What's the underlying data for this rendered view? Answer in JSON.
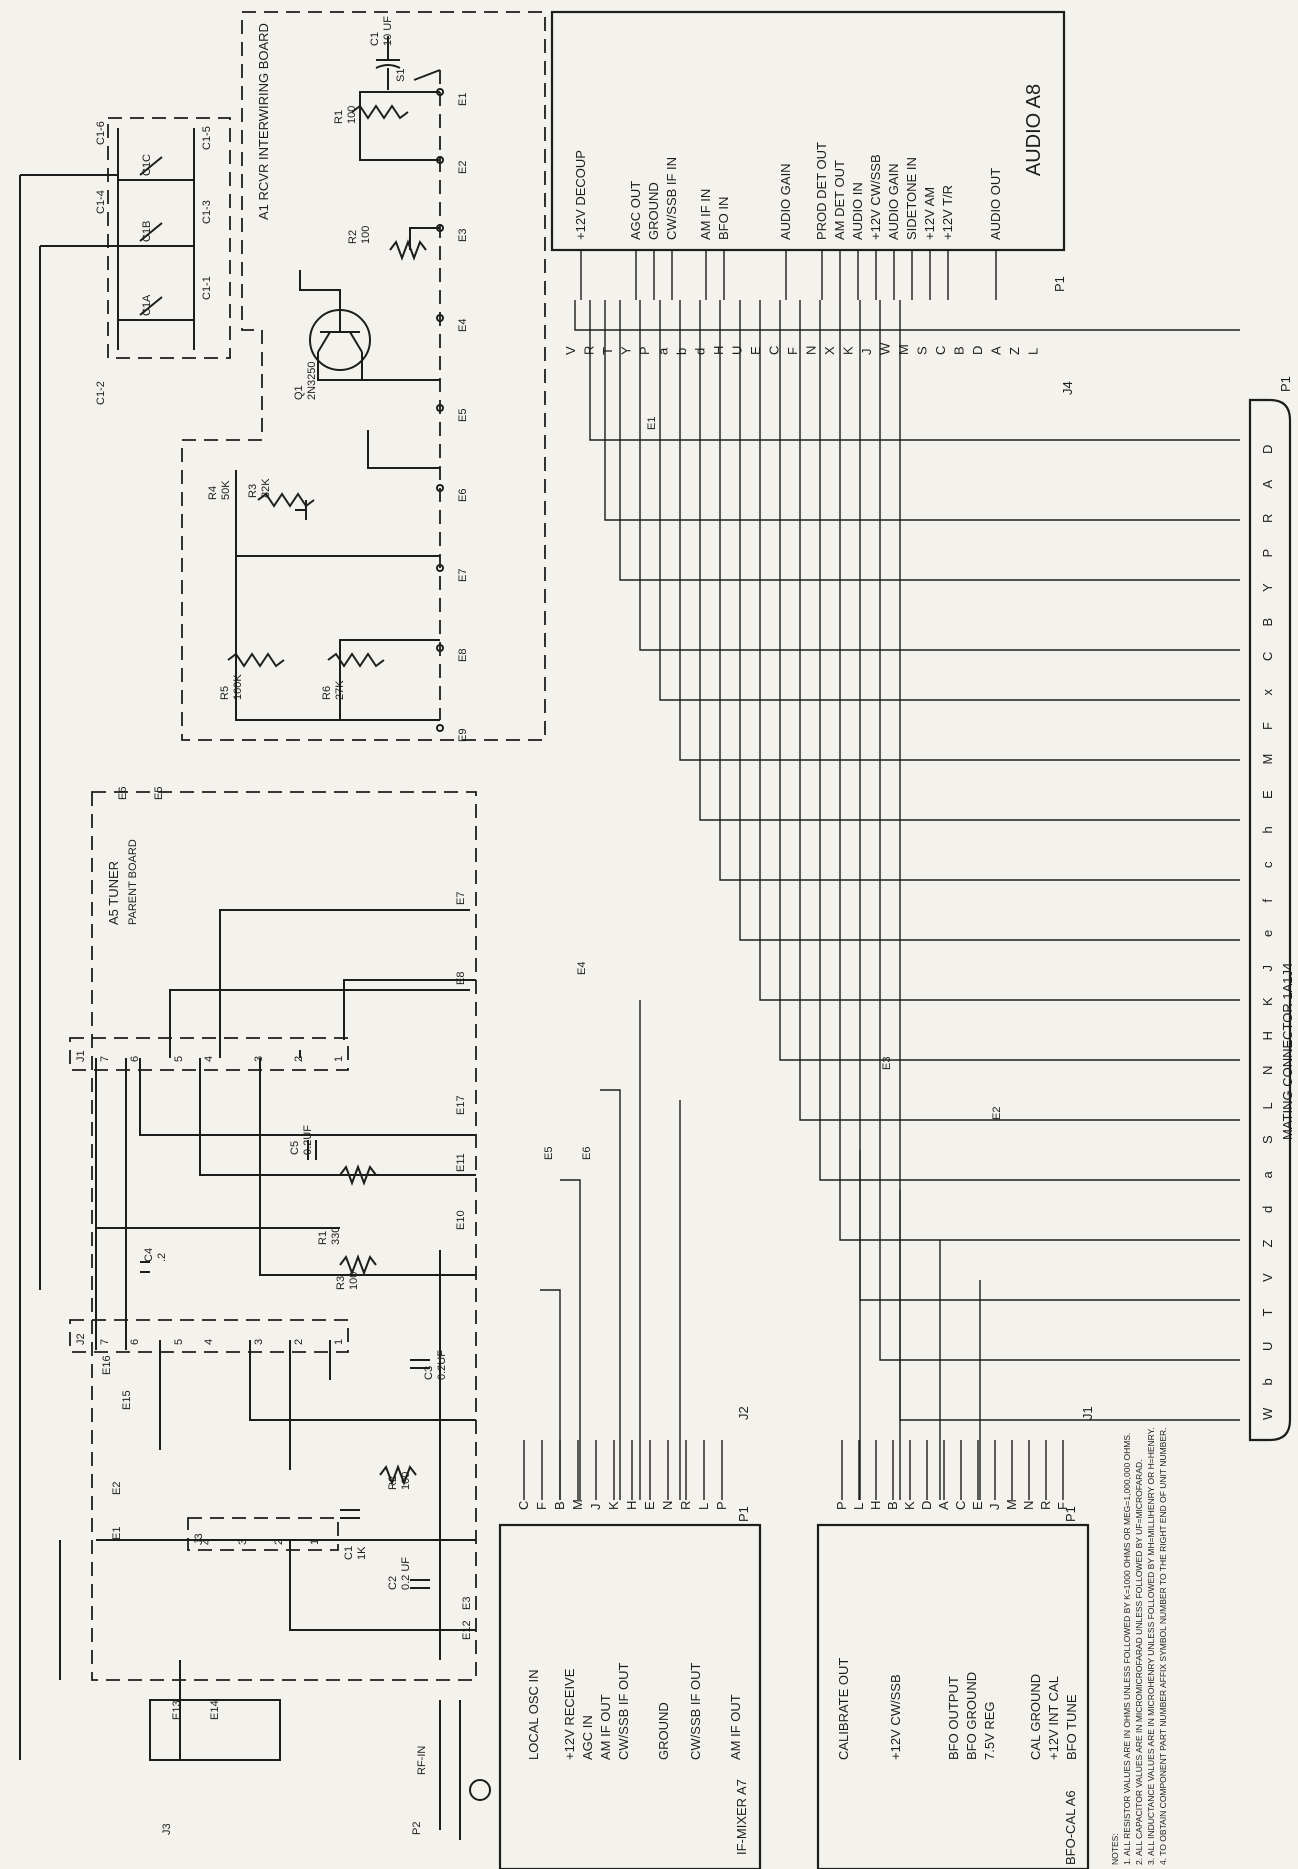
{
  "modules": {
    "audio": {
      "name": "AUDIO A8",
      "connector": "P1",
      "signals": [
        "+12V DECOUP",
        "AGC OUT",
        "GROUND",
        "CW/SSB IF IN",
        "AM IF IN",
        "BFO IN",
        "AUDIO GAIN",
        "PROD DET OUT",
        "AM DET OUT",
        "AUDIO IN",
        "+12V CW/SSB",
        "AUDIO GAIN",
        "SIDETONE IN",
        "+12V AM",
        "+12V T/R",
        "AUDIO OUT"
      ],
      "pins": [
        "V",
        "R",
        "T",
        "Y",
        "P",
        "a",
        "b",
        "d",
        "H",
        "U",
        "E",
        "C",
        "F",
        "N",
        "X",
        "K",
        "J",
        "W",
        "M",
        "S",
        "C",
        "B",
        "D",
        "A",
        "Z",
        "L"
      ]
    },
    "j4": "J4",
    "ifmixer": {
      "name": "IF-MIXER A7",
      "connector": "P1",
      "signals": [
        "LOCAL OSC IN",
        "+12V RECEIVE",
        "AGC IN",
        "AM IF OUT",
        "CW/SSB IF OUT",
        "GROUND",
        "CW/SSB IF OUT",
        "AM IF OUT"
      ],
      "pins": [
        "C",
        "F",
        "B",
        "M",
        "J",
        "K",
        "H",
        "E",
        "N",
        "R",
        "L",
        "P"
      ],
      "j2": "J2"
    },
    "bfocal": {
      "name": "BFO-CAL A6",
      "connector": "P1",
      "signals": [
        "CALIBRATE OUT",
        "+12V CW/SSB",
        "BFO OUTPUT",
        "BFO GROUND",
        "7.5V REG",
        "CAL GROUND",
        "+12V INT CAL",
        "BFO TUNE"
      ],
      "pins": [
        "P",
        "L",
        "H",
        "B",
        "K",
        "D",
        "A",
        "C",
        "E",
        "J",
        "M",
        "N",
        "R",
        "F"
      ],
      "j1": "J1"
    },
    "tuner": {
      "name": "A5 TUNER",
      "subtitle": "PARENT BOARD",
      "j1": "J1",
      "j2": "J2",
      "j3": "J3",
      "j1_pins": [
        "7",
        "6",
        "5",
        "4",
        "3",
        "2",
        "1"
      ],
      "j2_pins": [
        "7",
        "6",
        "5",
        "4",
        "3",
        "2",
        "1"
      ],
      "j3_pins": [
        "4",
        "3",
        "2",
        "1"
      ],
      "terminals": [
        "E6",
        "E5",
        "E7",
        "E8",
        "E17",
        "E11",
        "E10",
        "E16",
        "E15",
        "E2",
        "E1",
        "E3",
        "E12",
        "E13",
        "E14"
      ]
    },
    "rcvr": {
      "name": "A1 RCVR INTERWIRING BOARD",
      "terminals": [
        "E1",
        "E2",
        "E3",
        "E4",
        "E5",
        "E6",
        "E7",
        "E8",
        "E9"
      ]
    },
    "mating": {
      "connector": "P1",
      "title": "MATING CONNECTOR 1A1J4",
      "pins": [
        "W",
        "b",
        "U",
        "T",
        "V",
        "Z",
        "d",
        "a",
        "S",
        "L",
        "N",
        "H",
        "K",
        "J",
        "e",
        "f",
        "c",
        "h",
        "E",
        "M",
        "F",
        "x",
        "C",
        "B",
        "Y",
        "P",
        "R",
        "A",
        "D"
      ]
    }
  },
  "components": [
    {
      "ref": "C1",
      "value": "10 UF"
    },
    {
      "ref": "S1",
      "value": ""
    },
    {
      "ref": "R1",
      "value": "100"
    },
    {
      "ref": "R2",
      "value": "100"
    },
    {
      "ref": "Q1",
      "value": "2N3250"
    },
    {
      "ref": "R3",
      "value": "82K"
    },
    {
      "ref": "R4",
      "value": "50K"
    },
    {
      "ref": "R5",
      "value": "100K"
    },
    {
      "ref": "R6",
      "value": "27K"
    },
    {
      "ref": "C5",
      "value": "0.2UF"
    },
    {
      "ref": "R1",
      "value": "330"
    },
    {
      "ref": "C4",
      "value": ".2"
    },
    {
      "ref": "R3",
      "value": "100"
    },
    {
      "ref": "C3",
      "value": "0.2UF"
    },
    {
      "ref": "R2",
      "value": "100"
    },
    {
      "ref": "C1",
      "value": "1K"
    },
    {
      "ref": "C2",
      "value": "0.2 UF"
    }
  ],
  "capacitor_gang": [
    "C1-6",
    "C1-4",
    "C1-2",
    "C1C",
    "C1B",
    "C1A",
    "C1-5",
    "C1-3",
    "C1-1"
  ],
  "misc_labels": {
    "wire_e1": "E1",
    "wire_e2": "E2",
    "wire_e3": "E3",
    "wire_e4": "E4",
    "wire_e5": "E5",
    "wire_e6": "E6",
    "rf_in": "RF-IN",
    "p2": "P2",
    "j3": "J3"
  },
  "notes": {
    "title": "NOTES:",
    "items": [
      "1. ALL RESISTOR VALUES ARE IN OHMS UNLESS FOLLOWED BY K=1000 OHMS OR MEG=1,000,000 OHMS.",
      "2. ALL CAPACITOR VALUES ARE IN MICROMICROFARAD UNLESS FOLLOWED BY UF=MICROFARAD.",
      "3. ALL INDUCTANCE VALUES ARE IN MICROHENRY UNLESS FOLLOWED BY MH=MILLIHENRY OR H=HENRY.",
      "4. TO OBTAIN COMPONENT PART NUMBER AFFIX SYMBOL NUMBER TO THE RIGHT END OF UNIT NUMBER."
    ]
  }
}
